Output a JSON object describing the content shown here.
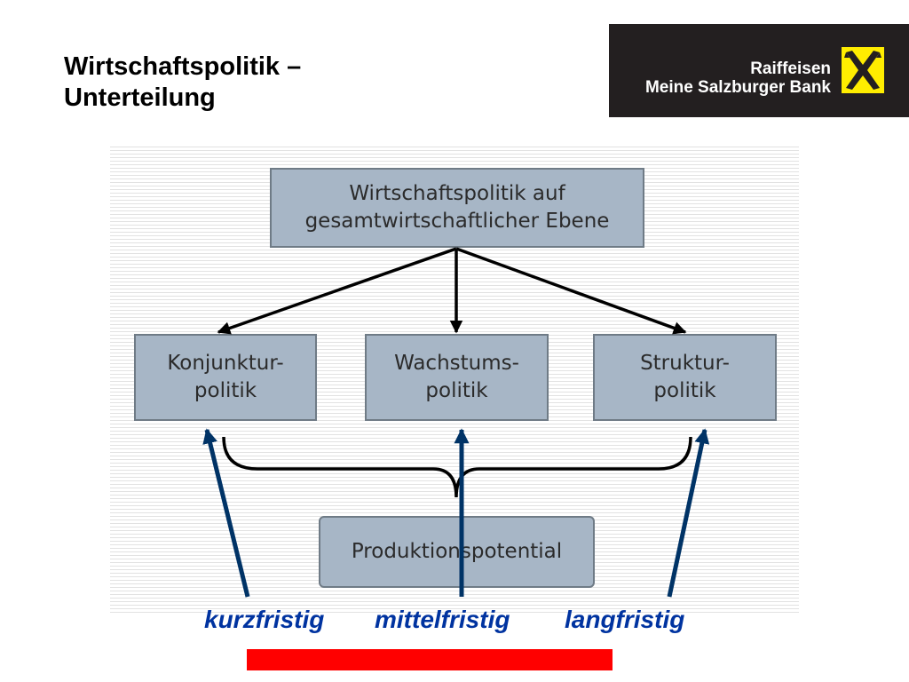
{
  "title": {
    "line1": "Wirtschaftspolitik –",
    "line2": "Unterteilung"
  },
  "logo": {
    "line1": "Raiffeisen",
    "line2": "Meine Salzburger Bank",
    "mark_icon": "raiffeisen-gable-cross-icon",
    "mark_color": "#ffed00",
    "background_color": "#231f20"
  },
  "diagram": {
    "top": {
      "line1": "Wirtschaftspolitik auf",
      "line2": "gesamtwirtschaftlicher Ebene"
    },
    "konjunktur": {
      "line1": "Konjunktur-",
      "line2": "politik"
    },
    "wachstum": {
      "line1": "Wachstums-",
      "line2": "politik"
    },
    "struktur": {
      "line1": "Struktur-",
      "line2": "politik"
    },
    "produktion": {
      "label": "Produktionspotential"
    },
    "box_color": "#a7b6c6",
    "connector_color": "#000000"
  },
  "terms": {
    "kurz": "kurzfristig",
    "mittel": "mittelfristig",
    "lang": "langfristig",
    "color": "#0033a0",
    "arrow_color": "#003366"
  },
  "accent_bar_color": "#ff0000"
}
